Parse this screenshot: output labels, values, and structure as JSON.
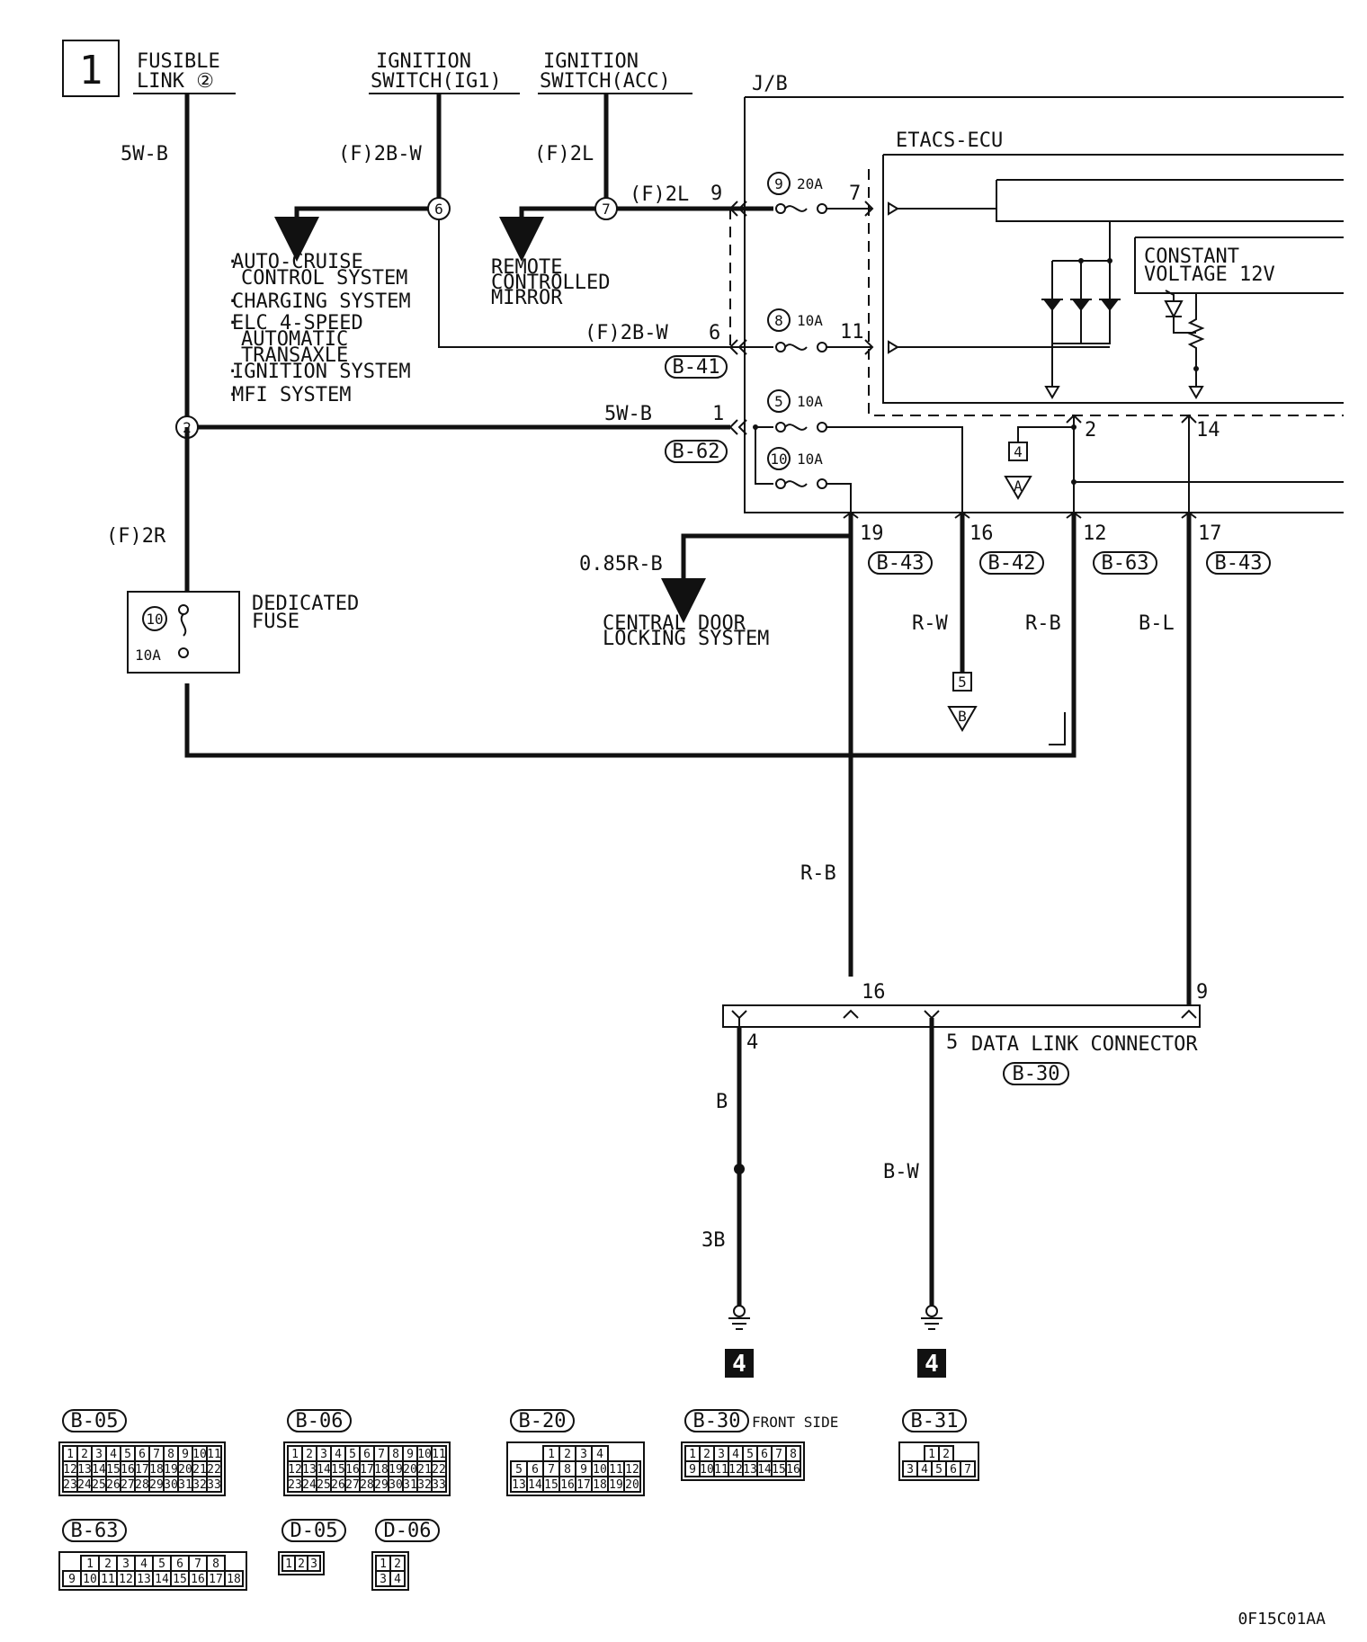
{
  "page_number": "1",
  "sources": {
    "fusible_link": [
      "FUSIBLE",
      "LINK ②"
    ],
    "ig1": [
      "IGNITION",
      "SWITCH(IG1)"
    ],
    "acc": [
      "IGNITION",
      "SWITCH(ACC)"
    ],
    "jb": "J/B",
    "etacs": "ETACS-ECU",
    "constant_voltage": [
      "CONSTANT",
      "VOLTAGE 12V"
    ]
  },
  "wire_labels": {
    "w5wb_top": "5W-B",
    "f2bw_top": "(F)2B-W",
    "f2l_top": "(F)2L",
    "f2l_mid": "(F)2L",
    "f2bw_mid": "(F)2B-W",
    "w5wb_mid": "5W-B",
    "f2r": "(F)2R",
    "r085": "0.85R-B",
    "rw": "R-W",
    "rb1": "R-B",
    "bl": "B-L",
    "rb2": "R-B",
    "b": "B",
    "b3": "3B",
    "bw": "B-W"
  },
  "splices": {
    "s6": "6",
    "s7": "7",
    "s2": "2"
  },
  "systems_list": [
    "AUTO-CRUISE",
    "CONTROL SYSTEM",
    "CHARGING SYSTEM",
    "ELC 4-SPEED",
    "AUTOMATIC",
    "TRANSAXLE",
    "IGNITION SYSTEM",
    "MFI SYSTEM"
  ],
  "remote_mirror": [
    "REMOTE",
    "CONTROLLED",
    "MIRROR"
  ],
  "central_door": [
    "CENTRAL DOOR",
    "LOCKING SYSTEM"
  ],
  "fuses": {
    "f9": {
      "num": "9",
      "amp": "20A"
    },
    "f8": {
      "num": "8",
      "amp": "10A"
    },
    "f5": {
      "num": "5",
      "amp": "10A"
    },
    "f10": {
      "num": "10",
      "amp": "10A"
    },
    "dedicated": {
      "num": "10",
      "amp": "10A",
      "label": [
        "DEDICATED",
        "FUSE"
      ]
    }
  },
  "pins": {
    "p9": "9",
    "p7": "7",
    "p6": "6",
    "p11": "11",
    "p1": "1",
    "p2": "2",
    "p14": "14",
    "p19": "19",
    "p16": "16",
    "p12": "12",
    "p17": "17",
    "dlc16": "16",
    "dlc9": "9",
    "dlc4": "4",
    "dlc5": "5"
  },
  "connectors": {
    "b41": "B-41",
    "b62": "B-62",
    "b43a": "B-43",
    "b42": "B-42",
    "b63": "B-63",
    "b43b": "B-43",
    "b30": "B-30"
  },
  "refs": {
    "r4": "4",
    "rA": "A",
    "r5": "5",
    "rB": "B",
    "g1": "4",
    "g2": "4"
  },
  "dlc_label": "DATA LINK CONNECTOR",
  "connector_views": {
    "b05": {
      "title": "B-05",
      "rows": [
        [
          "1",
          "2",
          "3",
          "4",
          "5",
          "6",
          "7",
          "8",
          "9",
          "10",
          "11"
        ],
        [
          "12",
          "13",
          "14",
          "15",
          "16",
          "17",
          "18",
          "19",
          "20",
          "21",
          "22"
        ],
        [
          "23",
          "24",
          "25",
          "26",
          "27",
          "28",
          "29",
          "30",
          "31",
          "32",
          "33"
        ]
      ]
    },
    "b06": {
      "title": "B-06",
      "rows": [
        [
          "1",
          "2",
          "3",
          "4",
          "5",
          "6",
          "7",
          "8",
          "9",
          "10",
          "11"
        ],
        [
          "12",
          "13",
          "14",
          "15",
          "16",
          "17",
          "18",
          "19",
          "20",
          "21",
          "22"
        ],
        [
          "23",
          "24",
          "25",
          "26",
          "27",
          "28",
          "29",
          "30",
          "31",
          "32",
          "33"
        ]
      ]
    },
    "b20": {
      "title": "B-20",
      "rows": [
        [
          "1",
          "2",
          "3",
          "4"
        ],
        [
          "5",
          "6",
          "7",
          "8",
          "9",
          "10",
          "11",
          "12"
        ],
        [
          "13",
          "14",
          "15",
          "16",
          "17",
          "18",
          "19",
          "20"
        ]
      ]
    },
    "b30": {
      "title": "B-30",
      "subtitle": "FRONT SIDE",
      "rows": [
        [
          "1",
          "2",
          "3",
          "4",
          "5",
          "6",
          "7",
          "8"
        ],
        [
          "9",
          "10",
          "11",
          "12",
          "13",
          "14",
          "15",
          "16"
        ]
      ]
    },
    "b31": {
      "title": "B-31",
      "rows": [
        [
          "1",
          "2"
        ],
        [
          "3",
          "4",
          "5",
          "6",
          "7"
        ]
      ]
    },
    "b63": {
      "title": "B-63",
      "rows": [
        [
          "1",
          "2",
          "3",
          "4",
          "5",
          "6",
          "7",
          "8"
        ],
        [
          "9",
          "10",
          "11",
          "12",
          "13",
          "14",
          "15",
          "16",
          "17",
          "18"
        ]
      ]
    },
    "d05": {
      "title": "D-05",
      "rows": [
        [
          "1",
          "2",
          "3"
        ]
      ]
    },
    "d06": {
      "title": "D-06",
      "rows": [
        [
          "1",
          "2"
        ],
        [
          "3",
          "4"
        ]
      ]
    }
  },
  "footer_code": "0F15C01AA"
}
